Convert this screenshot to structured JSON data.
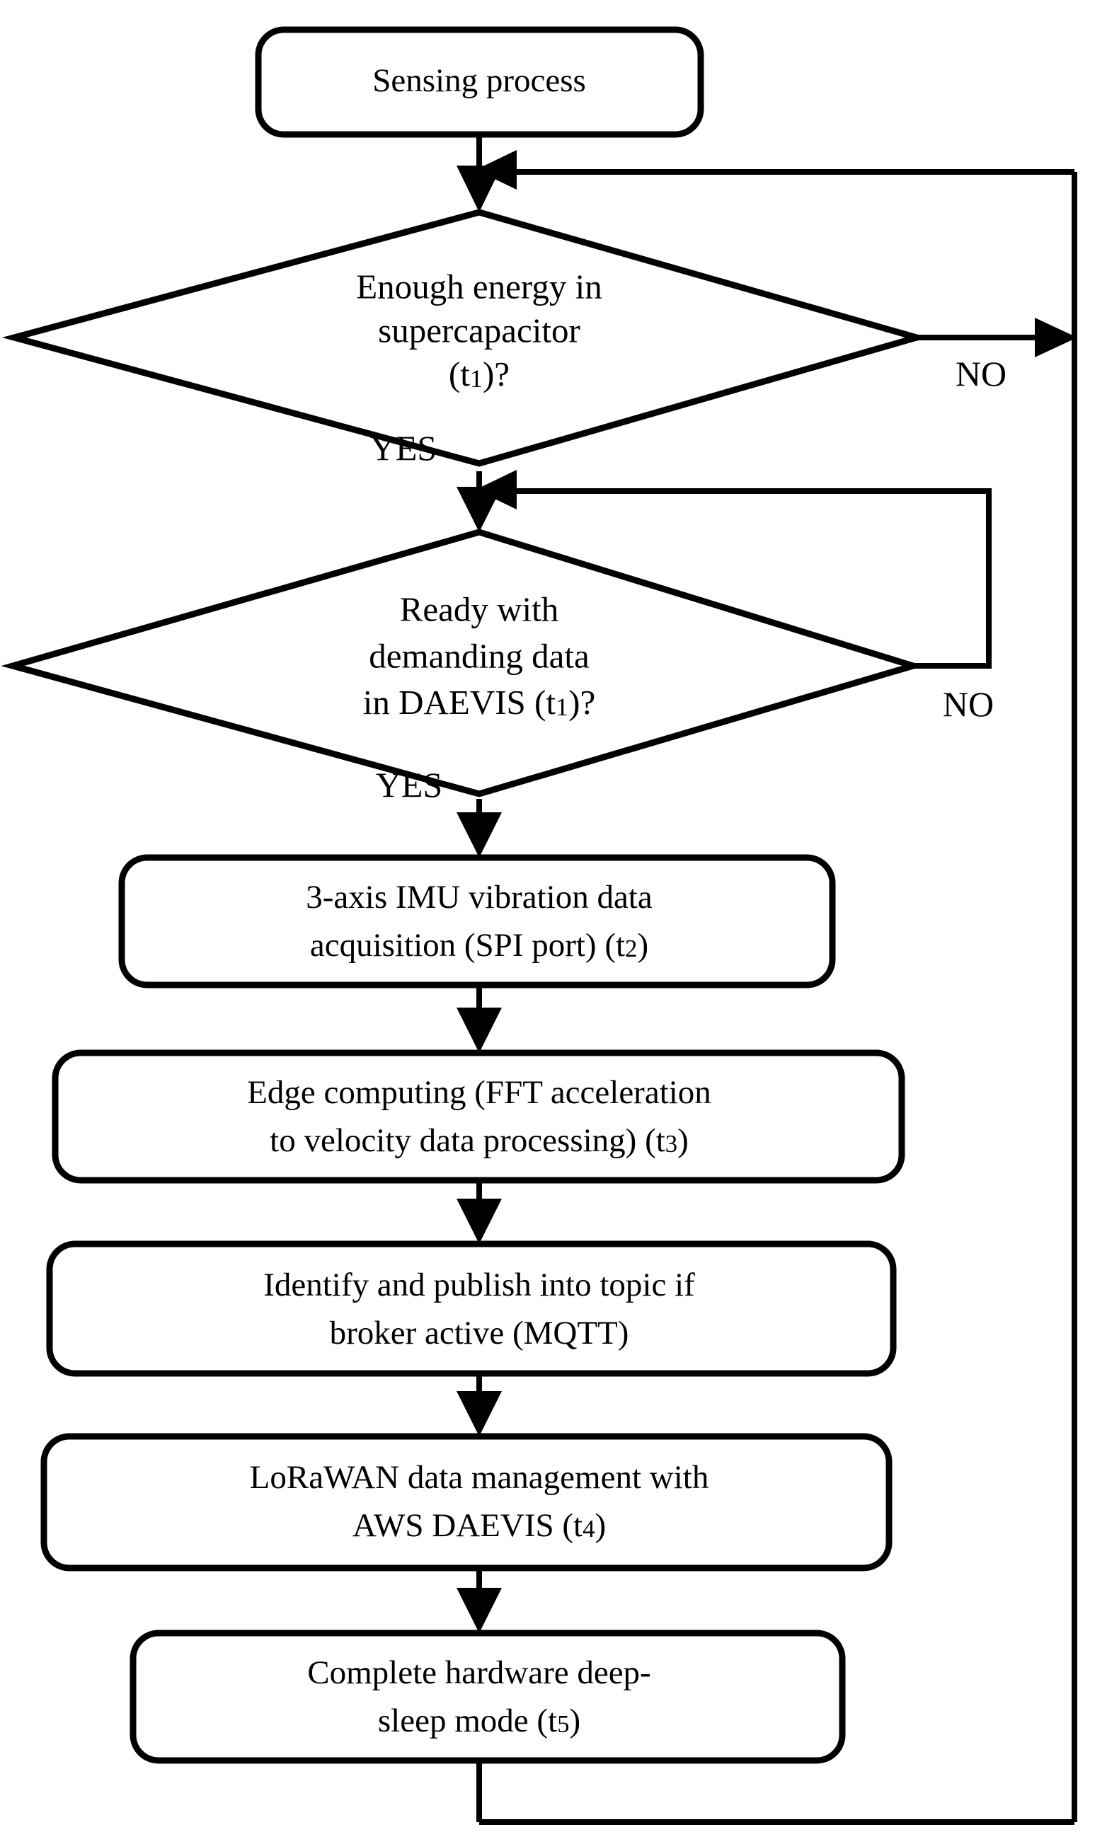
{
  "diagram": {
    "title": "Sensing process flowchart",
    "type": "flowchart",
    "background_color": "#ffffff",
    "line_color": "#000000",
    "nodes": [
      {
        "id": "start",
        "shape": "rounded-rectangle",
        "lines": [
          "Sensing process"
        ]
      },
      {
        "id": "decision-energy",
        "shape": "diamond",
        "lines": [
          "Enough energy in",
          "supercapacitor",
          "(t1)?"
        ],
        "line3_main": "(t",
        "line3_sub": "1",
        "line3_tail": ")?"
      },
      {
        "id": "decision-ready",
        "shape": "diamond",
        "lines": [
          "Ready with",
          "demanding data",
          "in DAEVIS (t1)?"
        ],
        "line3_main": "in DAEVIS (t",
        "line3_sub": "1",
        "line3_tail": ")?"
      },
      {
        "id": "imu-acquisition",
        "shape": "rounded-rectangle",
        "lines": [
          "3-axis IMU vibration data",
          "acquisition (SPI port) (t2)"
        ],
        "line2_main": "acquisition (SPI port) (t",
        "line2_sub": "2",
        "line2_tail": ")"
      },
      {
        "id": "edge-computing",
        "shape": "rounded-rectangle",
        "lines": [
          "Edge computing (FFT acceleration",
          "to velocity data processing) (t3)"
        ],
        "line2_main": "to velocity data processing) (t",
        "line2_sub": "3",
        "line2_tail": ")"
      },
      {
        "id": "publish-mqtt",
        "shape": "rounded-rectangle",
        "lines": [
          "Identify and publish into topic if",
          "broker active (MQTT)"
        ]
      },
      {
        "id": "lorawan-aws",
        "shape": "rounded-rectangle",
        "lines": [
          "LoRaWAN data management with",
          "AWS DAEVIS (t4)"
        ],
        "line2_main": "AWS DAEVIS (t",
        "line2_sub": "4",
        "line2_tail": ")"
      },
      {
        "id": "deep-sleep",
        "shape": "rounded-rectangle",
        "lines": [
          "Complete hardware deep-",
          "sleep mode (t5)"
        ],
        "line2_main": "sleep mode (t",
        "line2_sub": "5",
        "line2_tail": ")"
      }
    ],
    "edge_labels": {
      "energy_no": "NO",
      "energy_yes": "YES",
      "ready_no": "NO",
      "ready_yes": "YES"
    }
  }
}
